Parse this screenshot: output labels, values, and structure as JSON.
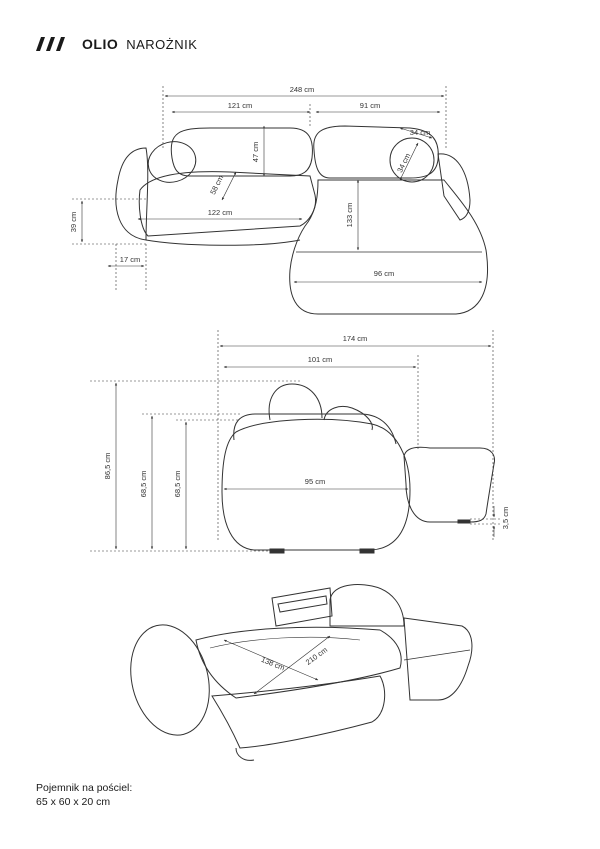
{
  "header": {
    "logo_icon": "triple-slash-logo-icon",
    "brand": "OLIO",
    "subtitle": "NAROŻNIK"
  },
  "top_view": {
    "total_width": "248 cm",
    "left_section": "121 cm",
    "right_section": "91 cm",
    "backrest_height": "47 cm",
    "seat_depth": "58 cm",
    "seat_width": "122 cm",
    "pillow_width": "34 cm",
    "pillow_height": "34 cm",
    "chaise_length": "133 cm",
    "chaise_width": "96 cm",
    "armrest_height": "39 cm",
    "armrest_width": "17 cm"
  },
  "side_view": {
    "total_depth": "174 cm",
    "body_depth": "101 cm",
    "seat_width": "95 cm",
    "total_height": "86,5 cm",
    "armrest_height": "68,5 cm",
    "back_height": "68,5 cm",
    "leg_height": "3,5 cm"
  },
  "open_view": {
    "sleep_width": "138 cm",
    "sleep_length": "210 cm"
  },
  "footer": {
    "line1": "Pojemnik na pościel:",
    "line2": "65 x 60 x 20 cm"
  }
}
